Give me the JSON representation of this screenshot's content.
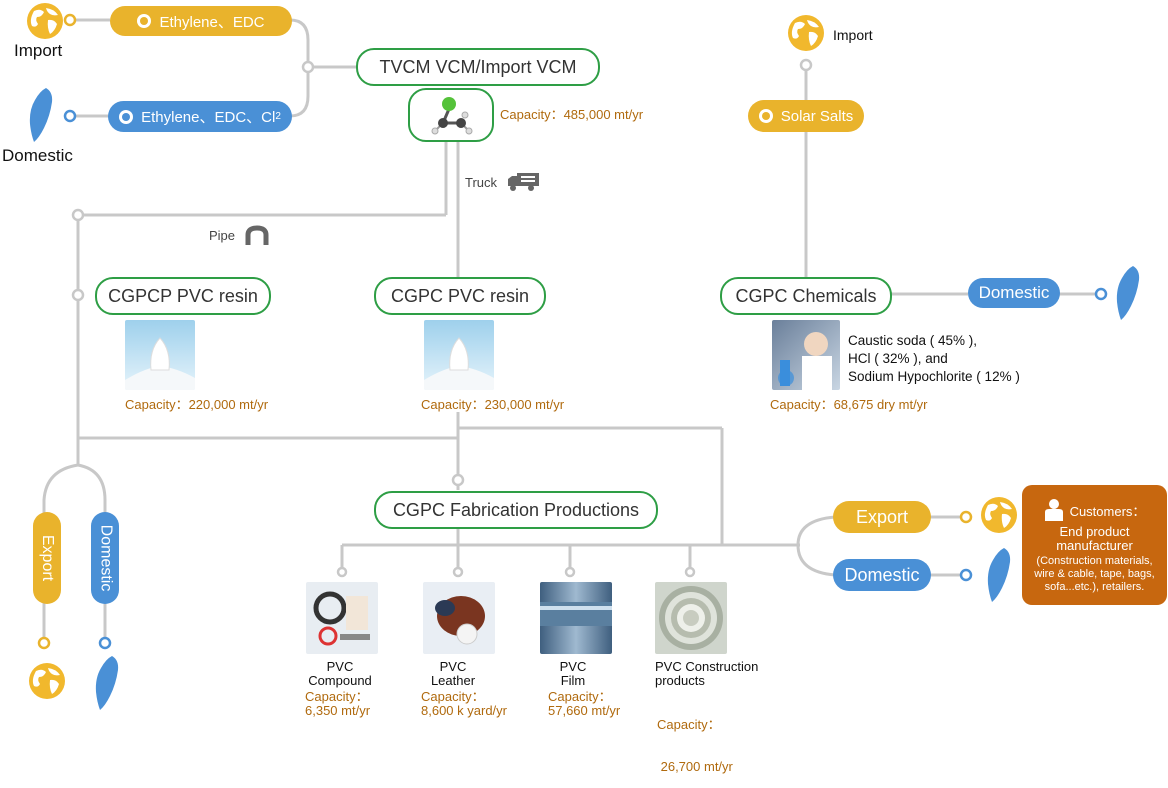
{
  "sources": {
    "import_label": "Import",
    "domestic_label": "Domestic",
    "import_feed": "Ethylene、EDC",
    "domestic_feed_main": "Ethylene、EDC、Cl",
    "domestic_feed_sub": "2"
  },
  "vcm": {
    "title": "TVCM VCM/Import VCM",
    "capacity": "Capacity：485,000 mt/yr"
  },
  "transport": {
    "truck": "Truck",
    "pipe": "Pipe"
  },
  "salts": {
    "import_label": "Import",
    "label": "Solar Salts"
  },
  "resins": [
    {
      "title": "CGPCP PVC resin",
      "capacity": "Capacity：220,000 mt/yr"
    },
    {
      "title": "CGPC PVC resin",
      "capacity": "Capacity：230,000 mt/yr"
    }
  ],
  "chemicals": {
    "title": "CGPC Chemicals",
    "domestic": "Domestic",
    "products": [
      "Caustic soda ( 45% ),",
      "HCl ( 32% ),  and",
      "Sodium Hypochlorite ( 12% )"
    ],
    "capacity": "Capacity：68,675 dry mt/yr"
  },
  "fabrication": {
    "title": "CGPC Fabrication Productions"
  },
  "left_outputs": {
    "export": "Export",
    "domestic": "Domestic"
  },
  "right_outputs": {
    "export": "Export",
    "domestic": "Domestic"
  },
  "customers": {
    "title": "Customers：",
    "line1": "End product",
    "line2": "manufacturer",
    "details": [
      "(Construction materials,",
      "wire & cable, tape, bags,",
      "sofa...etc.), retailers."
    ]
  },
  "products": [
    {
      "name1": "PVC",
      "name2": "Compound",
      "cap1": "Capacity：",
      "cap2": "6,350 mt/yr"
    },
    {
      "name1": "PVC",
      "name2": "Leather",
      "cap1": "Capacity：",
      "cap2": "8,600 k yard/yr"
    },
    {
      "name1": "PVC",
      "name2": "Film",
      "cap1": "Capacity：",
      "cap2": "57,660 mt/yr"
    },
    {
      "name1": "PVC Construction",
      "name2": "products",
      "cap1": "Capacity：",
      "cap2": " 26,700 mt/yr"
    }
  ],
  "colors": {
    "yellow": "#e9b32c",
    "blue": "#4a90d6",
    "green": "#2e9e45",
    "orange": "#c7670f",
    "capacity": "#b06a0e",
    "line": "#c8c8c8"
  }
}
